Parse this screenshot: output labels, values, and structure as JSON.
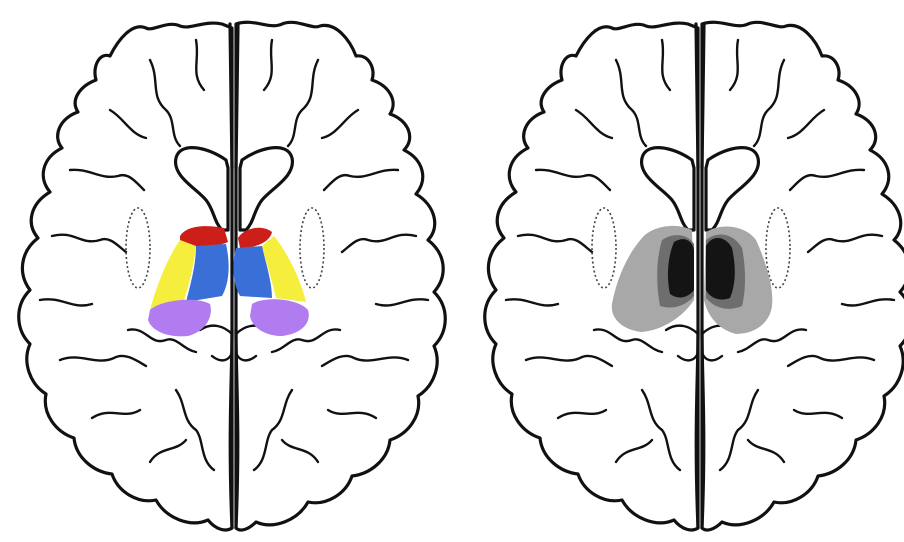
{
  "figure": {
    "panels": [
      {
        "id": "left",
        "kind": "atlas",
        "regions": [
          {
            "name": "anterior",
            "color": "#cc1f1a"
          },
          {
            "name": "lateral",
            "color": "#f5ee3c"
          },
          {
            "name": "medial",
            "color": "#3a6fd8"
          },
          {
            "name": "posterior",
            "color": "#b07cf0"
          }
        ]
      },
      {
        "id": "right",
        "kind": "intensity",
        "regions": [
          {
            "name": "dark-core",
            "color": "#141414"
          },
          {
            "name": "mid-gray",
            "color": "#6e6e6e"
          },
          {
            "name": "light-gray",
            "color": "#a8a8a8"
          }
        ]
      }
    ]
  }
}
